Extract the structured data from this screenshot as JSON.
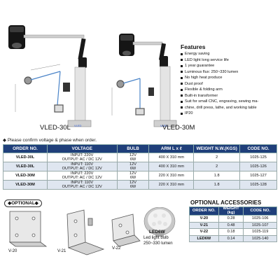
{
  "models": {
    "left_label": "VLED-30L",
    "right_label": "VLED-30M"
  },
  "features": {
    "title": "Features",
    "items": [
      "Energy saving",
      "LED light long service life",
      "1 year guarantee",
      "Luminous flux: 250~330 lumen",
      "No high heat produce",
      "Dust proof",
      "Flexible & folding arm",
      "Built-in transformer",
      "Suit for small CNC, engraving, sewing ma-",
      "chine, drill press, lathe, and working table",
      "IP20"
    ]
  },
  "note": "Please confirm voltage & phase when order.",
  "spec_table": {
    "headers": [
      "ORDER NO.",
      "VOLTAGE",
      "BULB",
      "ARM L x ℓ",
      "WEIGHT N.W.(KGS)",
      "CODE NO."
    ],
    "rows": [
      {
        "order": "VLED-30L",
        "voltage1": "INPUT: 220V",
        "voltage2": "OUTPUT: AC / DC 12V",
        "bulb1": "12V",
        "bulb2": "6W",
        "arm": "400 X 310 mm",
        "weight": "2",
        "code": "1025-125"
      },
      {
        "order": "VLED-30L",
        "voltage1": "INPUT: 110V",
        "voltage2": "OUTPUT: AC / DC 12V",
        "bulb1": "12V",
        "bulb2": "6W",
        "arm": "400 X 310 mm",
        "weight": "2",
        "code": "1025-126"
      },
      {
        "order": "VLED-30M",
        "voltage1": "INPUT: 220V",
        "voltage2": "OUTPUT: AC / DC 12V",
        "bulb1": "12V",
        "bulb2": "6W",
        "arm": "220 X 310 mm",
        "weight": "1.8",
        "code": "1025-127"
      },
      {
        "order": "VLED-30M",
        "voltage1": "INPUT: 110V",
        "voltage2": "OUTPUT: AC / DC 12V",
        "bulb1": "12V",
        "bulb2": "6W",
        "arm": "220 X 310 mm",
        "weight": "1.8",
        "code": "1025-128"
      }
    ]
  },
  "optional": {
    "badge": "OPTIONAL",
    "brackets": [
      "V-20",
      "V-21",
      "V-22"
    ],
    "led_name": "LED6W",
    "led_desc1": "Led light bulb",
    "led_desc2": "250~330 lumen"
  },
  "accessories": {
    "title": "OPTIONAL ACCESSORIES",
    "headers": [
      "ORDER NO.",
      "WEIGHT (kg)",
      "CODE NO."
    ],
    "rows": [
      {
        "order": "V-20",
        "weight": "0.28",
        "code": "1025-106"
      },
      {
        "order": "V-21",
        "weight": "0.48",
        "code": "1025-107"
      },
      {
        "order": "V-22",
        "weight": "0.18",
        "code": "1025-119"
      },
      {
        "order": "LED6W",
        "weight": "0.14",
        "code": "1025-140"
      }
    ]
  },
  "colors": {
    "header_bg": "#1f3f7a",
    "row_alt": "#dfe6f0",
    "lamp_arm": "#d8d8d8"
  }
}
